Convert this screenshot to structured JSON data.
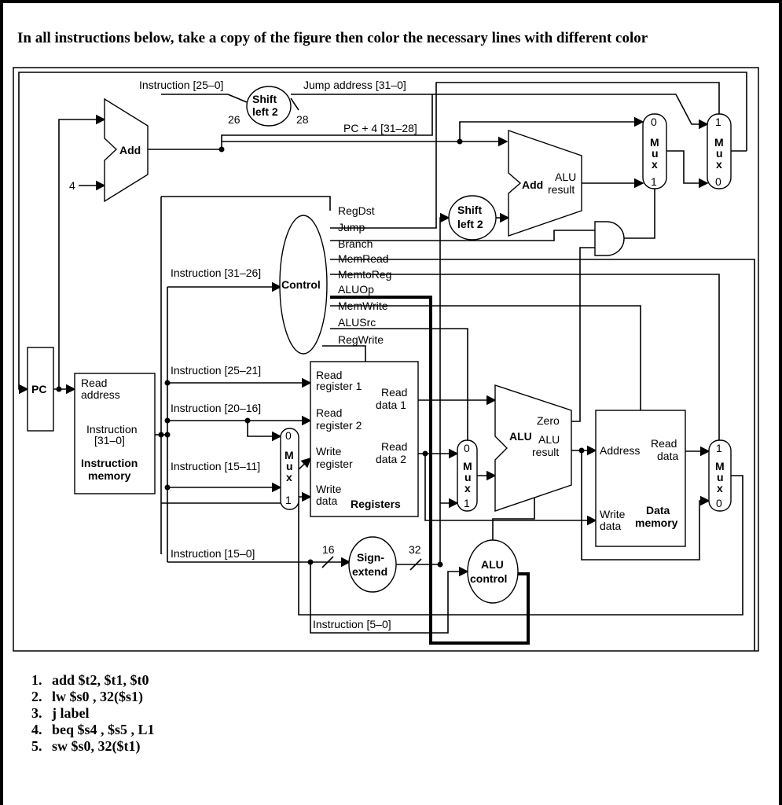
{
  "question": "In all instructions below, take a copy of the figure then color the necessary lines with different color",
  "figure": {
    "pc": "PC",
    "add_top": "Add",
    "const_four": "4",
    "shift_left_top": [
      "Shift",
      "left 2"
    ],
    "instr_25_0": "Instruction [25–0]",
    "bits_26": "26",
    "bits_28": "28",
    "jump_address": "Jump address [31–0]",
    "pc_plus4": "PC + 4 [31–28]",
    "mux_letters": [
      "M",
      "u",
      "x"
    ],
    "mux_top1_inputs": [
      "0",
      "1"
    ],
    "mux_top2_inputs": [
      "1",
      "0"
    ],
    "add_alu": {
      "add": "Add",
      "alu": "ALU",
      "result": "result"
    },
    "shift_left_mid": [
      "Shift",
      "left 2"
    ],
    "control": "Control",
    "control_signals": [
      "RegDst",
      "Jump",
      "Branch",
      "MemRead",
      "MemtoReg",
      "ALUOp",
      "MemWrite",
      "ALUSrc",
      "RegWrite"
    ],
    "instr_31_26": "Instruction [31–26]",
    "instr_25_21": "Instruction [25–21]",
    "instr_20_16": "Instruction [20–16]",
    "instr_15_11": "Instruction [15–11]",
    "instr_15_0": "Instruction [15–0]",
    "instr_5_0": "Instruction [5–0]",
    "instruction_memory": {
      "read_address": [
        "Read",
        "address"
      ],
      "instruction": [
        "Instruction",
        "[31–0]"
      ],
      "title": [
        "Instruction",
        "memory"
      ]
    },
    "registers": {
      "read_reg1": [
        "Read",
        "register 1"
      ],
      "read_reg2": [
        "Read",
        "register 2"
      ],
      "write_reg": [
        "Write",
        "register"
      ],
      "write_data": [
        "Write",
        "data"
      ],
      "read_data1": [
        "Read",
        "data 1"
      ],
      "read_data2": [
        "Read",
        "data 2"
      ],
      "title": "Registers"
    },
    "mux_reg_inputs": [
      "0",
      "1"
    ],
    "mux_alu_inputs": [
      "0",
      "1"
    ],
    "mux_mem_inputs": [
      "1",
      "0"
    ],
    "alu": {
      "label": "ALU",
      "zero": "Zero",
      "result": [
        "ALU",
        "result"
      ]
    },
    "data_memory": {
      "address": "Address",
      "read_data": [
        "Read",
        "data"
      ],
      "write_data": [
        "Write",
        "data"
      ],
      "title": [
        "Data",
        "memory"
      ]
    },
    "sign_extend": [
      "Sign-",
      "extend"
    ],
    "bits_16": "16",
    "bits_32": "32",
    "alu_control": [
      "ALU",
      "control"
    ]
  },
  "instructions": [
    {
      "num": "1.",
      "text": "add $t2, $t1, $t0"
    },
    {
      "num": "2.",
      "text": "lw $s0 , 32($s1)"
    },
    {
      "num": "3.",
      "text": "j label"
    },
    {
      "num": "4.",
      "text": "beq $s4 , $s5 , L1"
    },
    {
      "num": "5.",
      "text": "sw $s0, 32($t1)"
    }
  ]
}
